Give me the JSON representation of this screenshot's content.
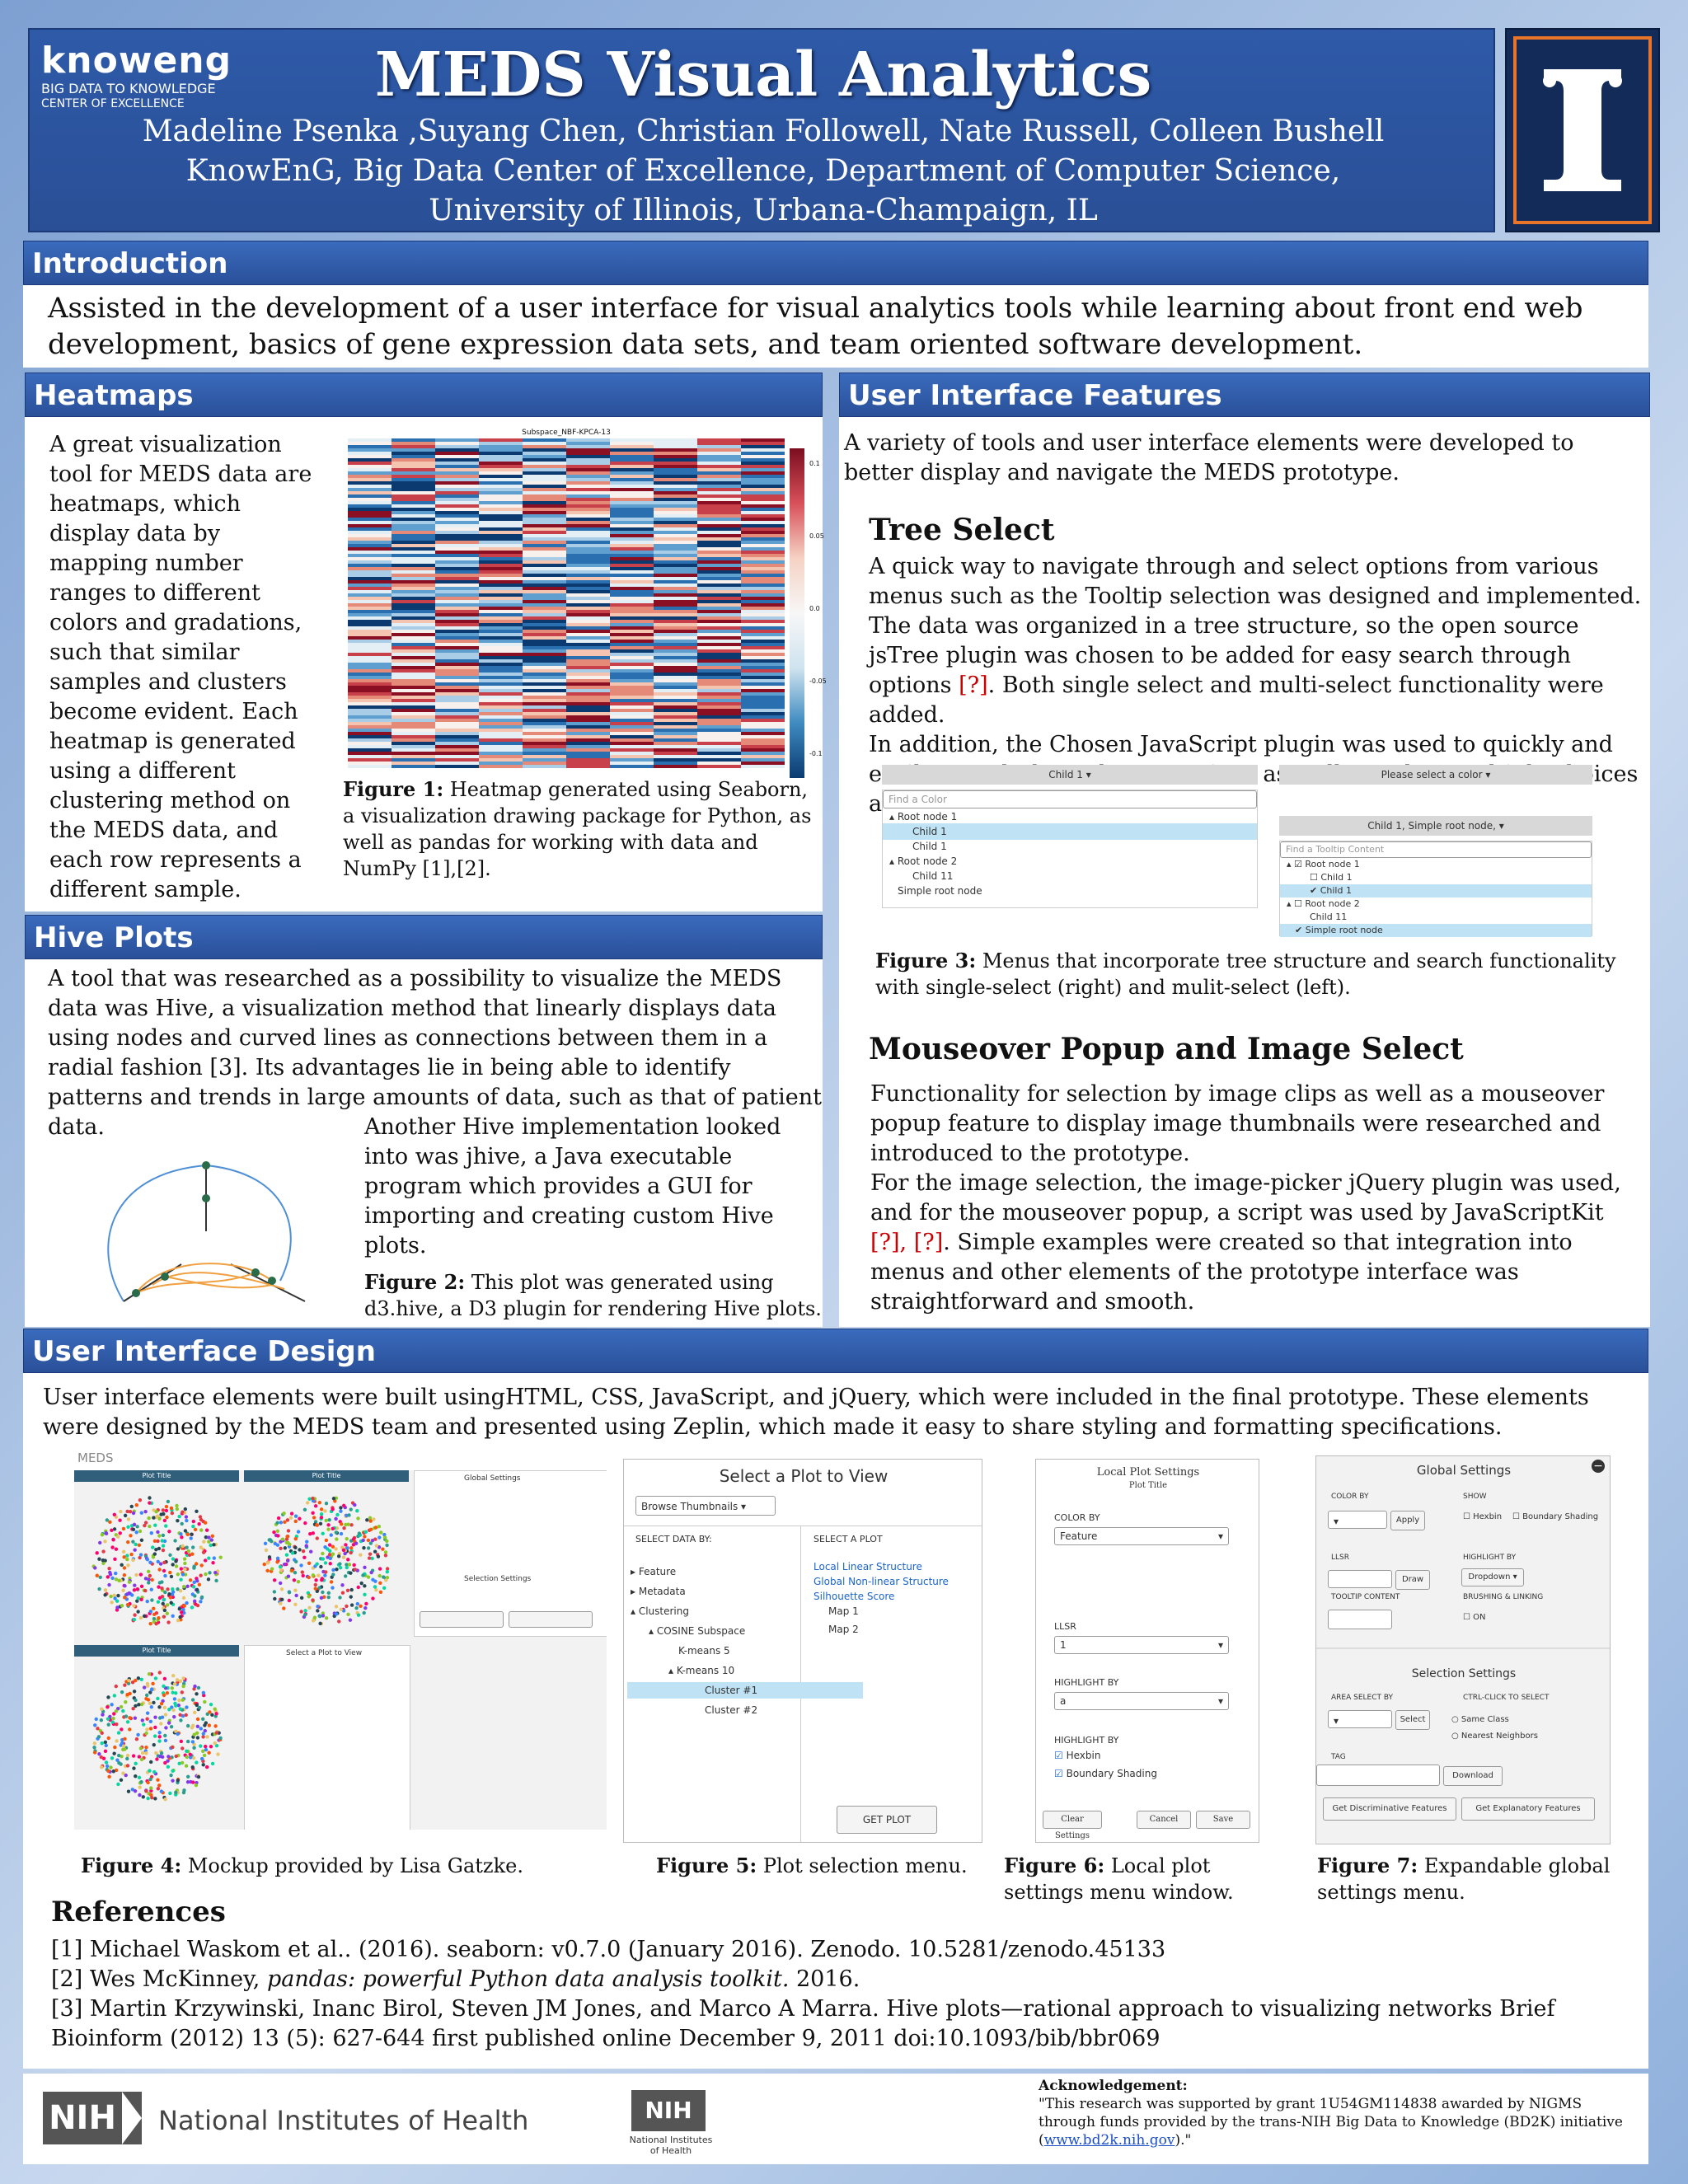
{
  "header": {
    "title": "MEDS Visual Analytics",
    "authors_line1": "Madeline Psenka ,Suyang Chen, Christian Followell, Nate Russell, Colleen Bushell",
    "authors_line2": "KnowEnG, Big Data Center of Excellence, Department of Computer Science,",
    "authors_line3": "University of Illinois, Urbana-Champaign, IL",
    "logo_word": "knoweng",
    "logo_tag1": "BIG DATA TO KNOWLEDGE",
    "logo_tag2": "CENTER OF EXCELLENCE"
  },
  "introduction": {
    "heading": "Introduction",
    "text": "Assisted in the development of a user interface for visual analytics tools while learning about front end web development, basics of gene expression data sets, and team oriented software development."
  },
  "heatmaps": {
    "heading": "Heatmaps",
    "text": "A great visualization tool for MEDS data are heatmaps, which display data by mapping number ranges to different colors and gradations, such that similar samples and clusters become evident. Each heatmap is generated using a different clustering method on the MEDS data, and each row represents a different sample.",
    "fig_title": "Subspace_NBF-KPCA-13",
    "colorbar_ticks": [
      "0.1",
      "0.05",
      "0.0",
      "-0.05",
      "-0.1"
    ],
    "caption_label": "Figure 1:",
    "caption": " Heatmap generated using Seaborn, a visualization drawing package for Python, as well as pandas for working with data and NumPy [1],[2]."
  },
  "hive": {
    "heading": "Hive Plots",
    "text": "A tool that was researched as a possibility to visualize the MEDS data was Hive, a visualization method that linearly displays data using nodes and curved lines as connections between them in a radial fashion [3]. Its advantages lie in being able to identify patterns and trends in large amounts of data, such as that of patient data.",
    "text2": "Another Hive implementation looked into was jhive, a Java executable program which provides a GUI for importing and creating custom Hive plots.",
    "caption_label": "Figure 2:",
    "caption": " This plot was generated using d3.hive, a D3 plugin for rendering Hive plots."
  },
  "ui_features": {
    "heading": "User Interface Features",
    "text": "A variety of tools and user interface elements were developed to better display and navigate the MEDS prototype.",
    "tree_heading": "Tree Select",
    "tree_text_a": "A quick way to navigate through and select options from various menus such as the Tooltip selection was designed and implemented. The data was organized in a tree structure, so the open source jsTree plugin was chosen to be added for easy search through options ",
    "tree_ref1": "[?]",
    "tree_text_b": ". Both single select and multi-select functionality were added.",
    "tree_text_c": "In addition, the Chosen JavaScript plugin was used to quickly and easily search through tree options as well as select multiple choices at once ",
    "tree_ref2": "[?]",
    "tree_text_d": ".",
    "single": {
      "dropdown": "Child 1 ▾",
      "search_placeholder": "Find a Color",
      "items": [
        "Root node 1",
        "Child 1",
        "Child 1",
        "Root node 2",
        "Child 11",
        "Simple root node"
      ]
    },
    "multi": {
      "dropdown1": "Please select a color ▾",
      "dropdown2": "Child 1, Simple root node, ▾",
      "search_placeholder": "Find a Tooltip Content",
      "items": [
        "Root node 1",
        "Child 1",
        "Child 1",
        "Root node 2",
        "Child 11",
        "Simple root node"
      ]
    },
    "fig3_label": "Figure 3:",
    "fig3": " Menus that incorporate tree structure and search functionality with single-select (right) and mulit-select (left).",
    "mouse_heading": "Mouseover Popup and Image Select",
    "mouse_text_a": "Functionality for selection by image clips as well as a mouseover popup feature to display image thumbnails were researched and introduced to the prototype.",
    "mouse_text_b": "For the image selection, the image-picker jQuery plugin was used, and for the mouseover popup, a script was used by JavaScriptKit ",
    "mouse_ref": "[?], [?]",
    "mouse_text_c": ". Simple examples were created so that integration into menus and other elements of the prototype interface was straightforward and smooth."
  },
  "ui_design": {
    "heading": "User Interface Design",
    "text": "User interface elements were built usingHTML, CSS, JavaScript, and jQuery, which were included in the final prototype. These elements were designed by the MEDS team and presented using Zeplin, which made it easy to share styling and formatting specifications.",
    "meds_label": "MEDS",
    "fig4_label": "Figure 4:",
    "fig4": " Mockup provided by Lisa Gatzke.",
    "fig5_label": "Figure 5:",
    "fig5": " Plot selection menu.",
    "fig6_label": "Figure 6:",
    "fig6": " Local plot settings menu window.",
    "fig7_label": "Figure 7:",
    "fig7": " Expandable global settings menu."
  },
  "plot_select": {
    "title": "Select a Plot to View",
    "browse": "Browse Thumbnails",
    "col1": "SELECT DATA BY:",
    "col2": "SELECT A PLOT",
    "tree": [
      "Feature",
      "Metadata",
      "Clustering",
      "COSINE Subspace",
      "K-means 5",
      "K-means 10",
      "Cluster #1",
      "Cluster #2"
    ],
    "plots": [
      "Local Linear Structure",
      "Global Non-linear Structure",
      "Silhouette Score",
      "Map 1",
      "Map 2"
    ],
    "button": "GET PLOT"
  },
  "local_settings": {
    "title": "Local Plot Settings",
    "subtitle": "Plot Title",
    "color_by": "COLOR BY",
    "color_val": "Feature",
    "llsr": "LLSR",
    "llsr_val": "1",
    "highlight_by": "HIGHLIGHT BY",
    "highlight_val": "a",
    "highlight_by2": "HIGHLIGHT BY",
    "check1": "Hexbin",
    "check2": "Boundary Shading",
    "clear": "Clear Settings",
    "cancel": "Cancel",
    "save": "Save"
  },
  "global_settings": {
    "title": "Global Settings",
    "color_by": "COLOR BY",
    "apply": "Apply",
    "show": "SHOW",
    "hexbin": "Hexbin",
    "boundary": "Boundary Shading",
    "llsr": "LLSR",
    "draw": "Draw",
    "highlight_by": "HIGHLIGHT BY",
    "dropdown": "Dropdown ▾",
    "tooltip": "TOOLTIP CONTENT",
    "brushing": "BRUSHING & LINKING",
    "on": "ON",
    "selection": "Selection Settings",
    "area_select": "AREA SELECT BY",
    "select": "Select",
    "ctrl_click": "CTRL-CLICK TO SELECT",
    "same_class": "Same Class",
    "nearest": "Nearest Neighbors",
    "tag": "TAG",
    "download": "Download",
    "discrim": "Get Discriminative Features",
    "explan": "Get Explanatory Features"
  },
  "mockup": {
    "plot_title": "Plot Title",
    "global_settings": "Global Settings",
    "selection_settings": "Selection Settings",
    "select_plot": "Select a Plot to View"
  },
  "references": {
    "heading": "References",
    "r1": "[1] Michael Waskom et al.. (2016). seaborn: v0.7.0 (January 2016). Zenodo. 10.5281/zenodo.45133",
    "r2_a": "[2] Wes McKinney, ",
    "r2_i": "pandas: powerful Python data analysis toolkit.",
    "r2_b": " 2016.",
    "r3": "[3] Martin Krzywinski, Inanc Birol, Steven JM Jones, and Marco A Marra. Hive plots—rational approach to visualizing networks Brief Bioinform (2012) 13 (5): 627-644 first published online December 9, 2011 doi:10.1093/bib/bbr069"
  },
  "footer": {
    "nih": "NIH",
    "nih_name": "National Institutes of Health",
    "nih_small1": "National Institutes",
    "nih_small2": "of Health",
    "ack_heading": "Acknowledgement:",
    "ack_text": "\"This research was supported by grant 1U54GM114838 awarded by NIGMS through funds provided by the trans-NIH Big Data to Knowledge (BD2K) initiative (",
    "ack_link": "www.bd2k.nih.gov",
    "ack_end": ").\""
  },
  "colors": {
    "bar": "#2a5099",
    "header": "#2e5aa8",
    "accent_orange": "#e8742a",
    "illinois_navy": "#132b59"
  }
}
